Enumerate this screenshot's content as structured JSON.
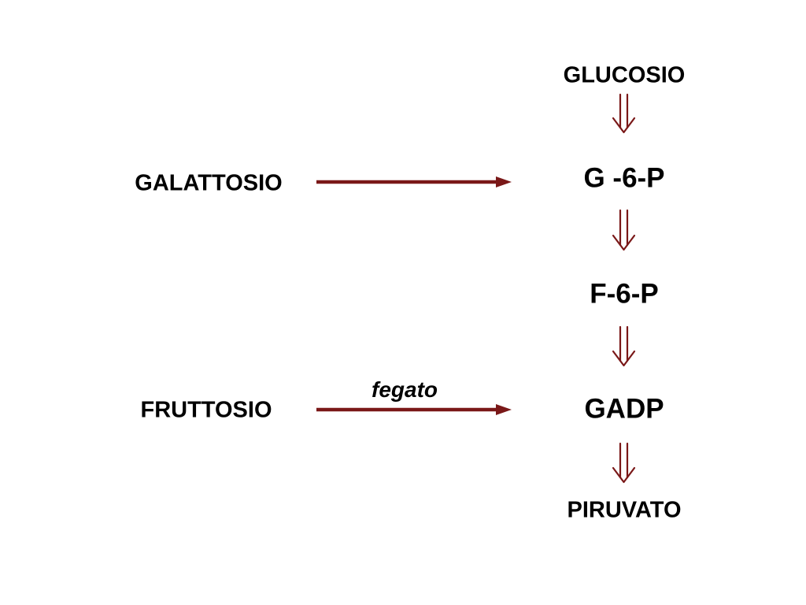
{
  "nodes": {
    "glucosio": "GLUCOSIO",
    "g6p": "G -6-P",
    "f6p": "F-6-P",
    "gadp": "GADP",
    "piruvato": "PIRUVATO",
    "galattosio": "GALATTOSIO",
    "fruttosio": "FRUTTOSIO"
  },
  "annotations": {
    "fegato": "fegato"
  },
  "colors": {
    "arrow": "#7a1818",
    "text": "#000000"
  }
}
